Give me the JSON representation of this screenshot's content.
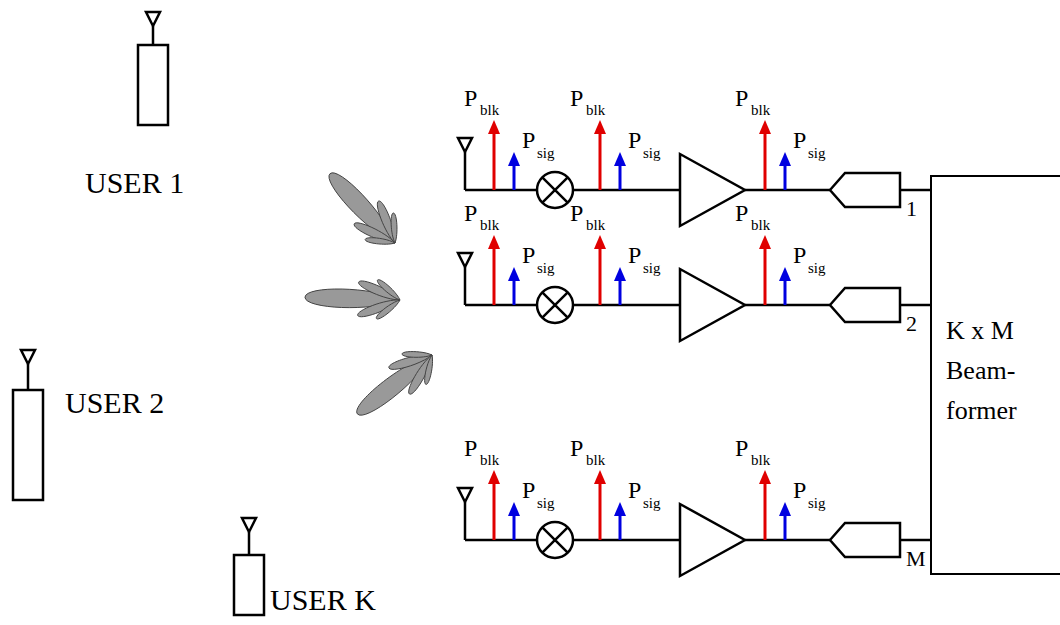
{
  "diagram": {
    "nodes": [
      {
        "text": [
          "K x M Beam- former"
        ]
      }
    ],
    "labels": [
      "USER 1",
      "USER 2",
      "USER K",
      "P",
      "blk",
      "P",
      "sig",
      "P",
      "blk",
      "P",
      "sig",
      "P",
      "blk",
      "P",
      "sig",
      "P",
      "blk",
      "P",
      "sig",
      "P",
      "blk",
      "P",
      "sig",
      "P",
      "blk",
      "P",
      "sig",
      "P",
      "blk",
      "P",
      "sig",
      "P",
      "blk",
      "P",
      "sig",
      "P",
      "blk",
      "P",
      "sig",
      "1",
      "2",
      "M"
    ]
  }
}
